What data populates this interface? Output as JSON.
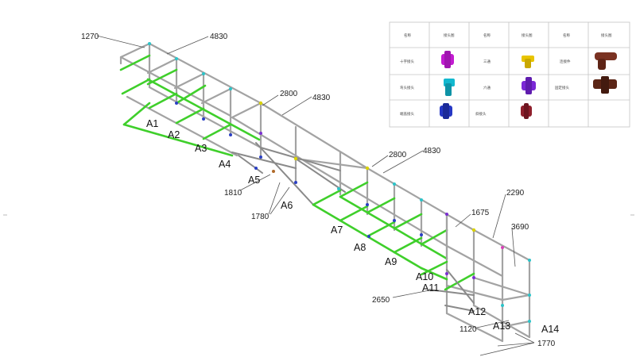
{
  "dimensions": {
    "d1270": "1270",
    "d4830_top": "4830",
    "d2800_a": "2800",
    "d4830_mid": "4830",
    "d2800_b": "2800",
    "d4830_b": "4830",
    "d1810": "1810",
    "d1780": "1780",
    "d1675": "1675",
    "d2290": "2290",
    "d3690": "3690",
    "d2650": "2650",
    "d1120": "1120",
    "d1770": "1770"
  },
  "section_labels": {
    "a1": "A1",
    "a2": "A2",
    "a3": "A3",
    "a4": "A4",
    "a5": "A5",
    "a6": "A6",
    "a7": "A7",
    "a8": "A8",
    "a9": "A9",
    "a10": "A10",
    "a11": "A11",
    "a12": "A12",
    "a13": "A13",
    "a14": "A14"
  },
  "legend": {
    "headers": [
      "名称",
      "接头图",
      "名称",
      "接头图",
      "名称",
      "接头图"
    ],
    "rows": [
      {
        "c1": "十字接头",
        "c3": "三通",
        "c5": "连接件"
      },
      {
        "c1": "弯头接头",
        "c3": "六通",
        "c5": "固定接头"
      },
      {
        "c1": "端盖接头",
        "c3": "斜接头",
        "c5": ""
      }
    ],
    "colors": {
      "magenta": "#c21bd0",
      "yellow": "#e8c400",
      "brown": "#7a3222",
      "cyan": "#12b8cf",
      "purple": "#7a28d6",
      "dark_brown": "#5b2516",
      "blue": "#2638c4",
      "maroon": "#8f1f2c"
    }
  },
  "colors": {
    "pipe": "#a3a3a3",
    "rail": "#3fcf2b",
    "joint_cyan": "#2bc4c9",
    "joint_yellow": "#d9d200",
    "joint_purple": "#7a2fd0",
    "joint_blue": "#2a3fc4"
  }
}
